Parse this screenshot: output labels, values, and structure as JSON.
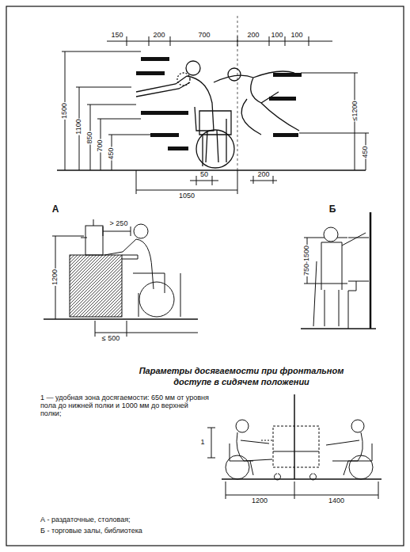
{
  "diagram": {
    "title": "Параметры досягаемости при фронтальном доступе в сидячем положении",
    "labels": [
      "150",
      "200",
      "700",
      "200",
      "100",
      "100",
      "1500",
      "1100",
      "850",
      "700",
      "450",
      "≤1200",
      "450",
      "1050",
      "50",
      "200",
      "А",
      "> 250",
      "1200",
      "≤ 500",
      "Б",
      "750-1500",
      "1 — удобная зона досягаемости: 650 мм от уровня пола до нижней полки и 1000 мм до верхней полки;",
      "1",
      "1200",
      "1400",
      "А - раздаточные, столовая;",
      "Б - торговые залы, библиотека"
    ]
  }
}
